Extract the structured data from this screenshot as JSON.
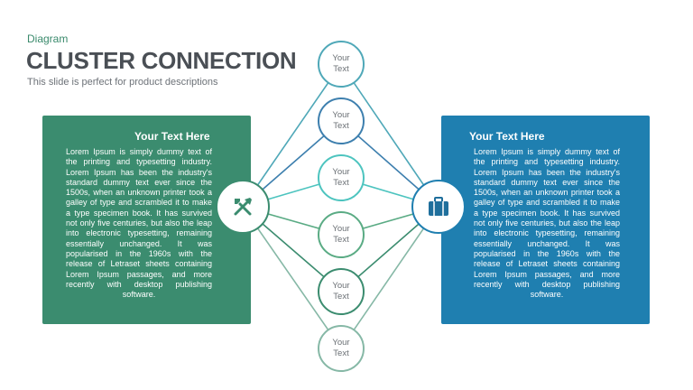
{
  "header": {
    "category": "Diagram",
    "title": "CLUSTER CONNECTION",
    "subtitle": "This slide is perfect for product descriptions"
  },
  "left_panel": {
    "title": "Your Text Here",
    "body": "Lorem Ipsum is simply dummy text of the printing and typesetting industry. Lorem Ipsum has been the industry's standard dummy text ever since the 1500s, when an unknown printer took a galley of type and scrambled it to make a type specimen book. It has survived not only five centuries, but also the leap into electronic typesetting, remaining essentially unchanged. It was popularised in the 1960s with the release of Letraset sheets containing Lorem Ipsum passages, and more recently with desktop publishing software.",
    "color": "#3b8c6f"
  },
  "right_panel": {
    "title": "Your Text Here",
    "body": "Lorem Ipsum is simply dummy text of the printing and typesetting industry. Lorem Ipsum has been the industry's standard dummy text ever since the 1500s, when an unknown printer took a galley of type and scrambled it to make a type specimen book. It has survived not only five centuries, but also the leap into electronic typesetting, remaining essentially unchanged. It was popularised in the 1960s with the release of Letraset sheets containing Lorem Ipsum passages, and more recently with desktop publishing software.",
    "color": "#1f7fb0"
  },
  "hubs": {
    "left_icon": "tools-icon",
    "right_icon": "briefcase-icon"
  },
  "nodes": [
    {
      "label": "Your Text",
      "color": "#4fa8b8"
    },
    {
      "label": "Your Text",
      "color": "#3d7fae"
    },
    {
      "label": "Your Text",
      "color": "#4dc4bf"
    },
    {
      "label": "Your Text",
      "color": "#5aab84"
    },
    {
      "label": "Your Text",
      "color": "#3b8c6f"
    },
    {
      "label": "Your Text",
      "color": "#86b8a6"
    }
  ]
}
